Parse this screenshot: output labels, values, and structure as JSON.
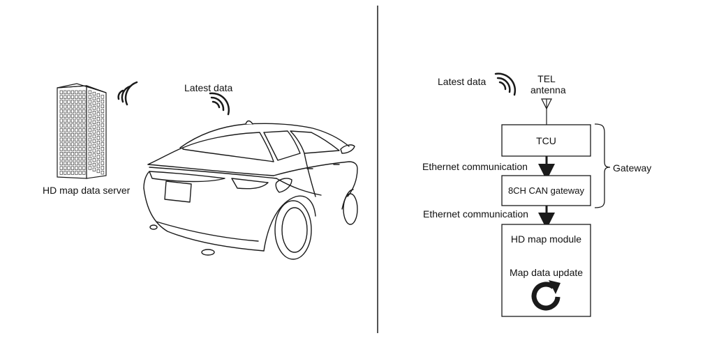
{
  "left_panel": {
    "server_label": "HD map data server",
    "latest_data_label": "Latest data"
  },
  "right_panel": {
    "latest_data_label": "Latest data",
    "antenna_label_line1": "TEL",
    "antenna_label_line2": "antenna",
    "tcu_label": "TCU",
    "ethernet_label_1": "Ethernet communication",
    "can_gateway_label": "8CH CAN gateway",
    "gateway_bracket_label": "Gateway",
    "ethernet_label_2": "Ethernet communication",
    "hd_module_label": "HD map module",
    "map_update_label": "Map data update",
    "update_icon": "refresh-icon"
  },
  "colors": {
    "line": "#1a1a1a",
    "background": "#ffffff"
  }
}
